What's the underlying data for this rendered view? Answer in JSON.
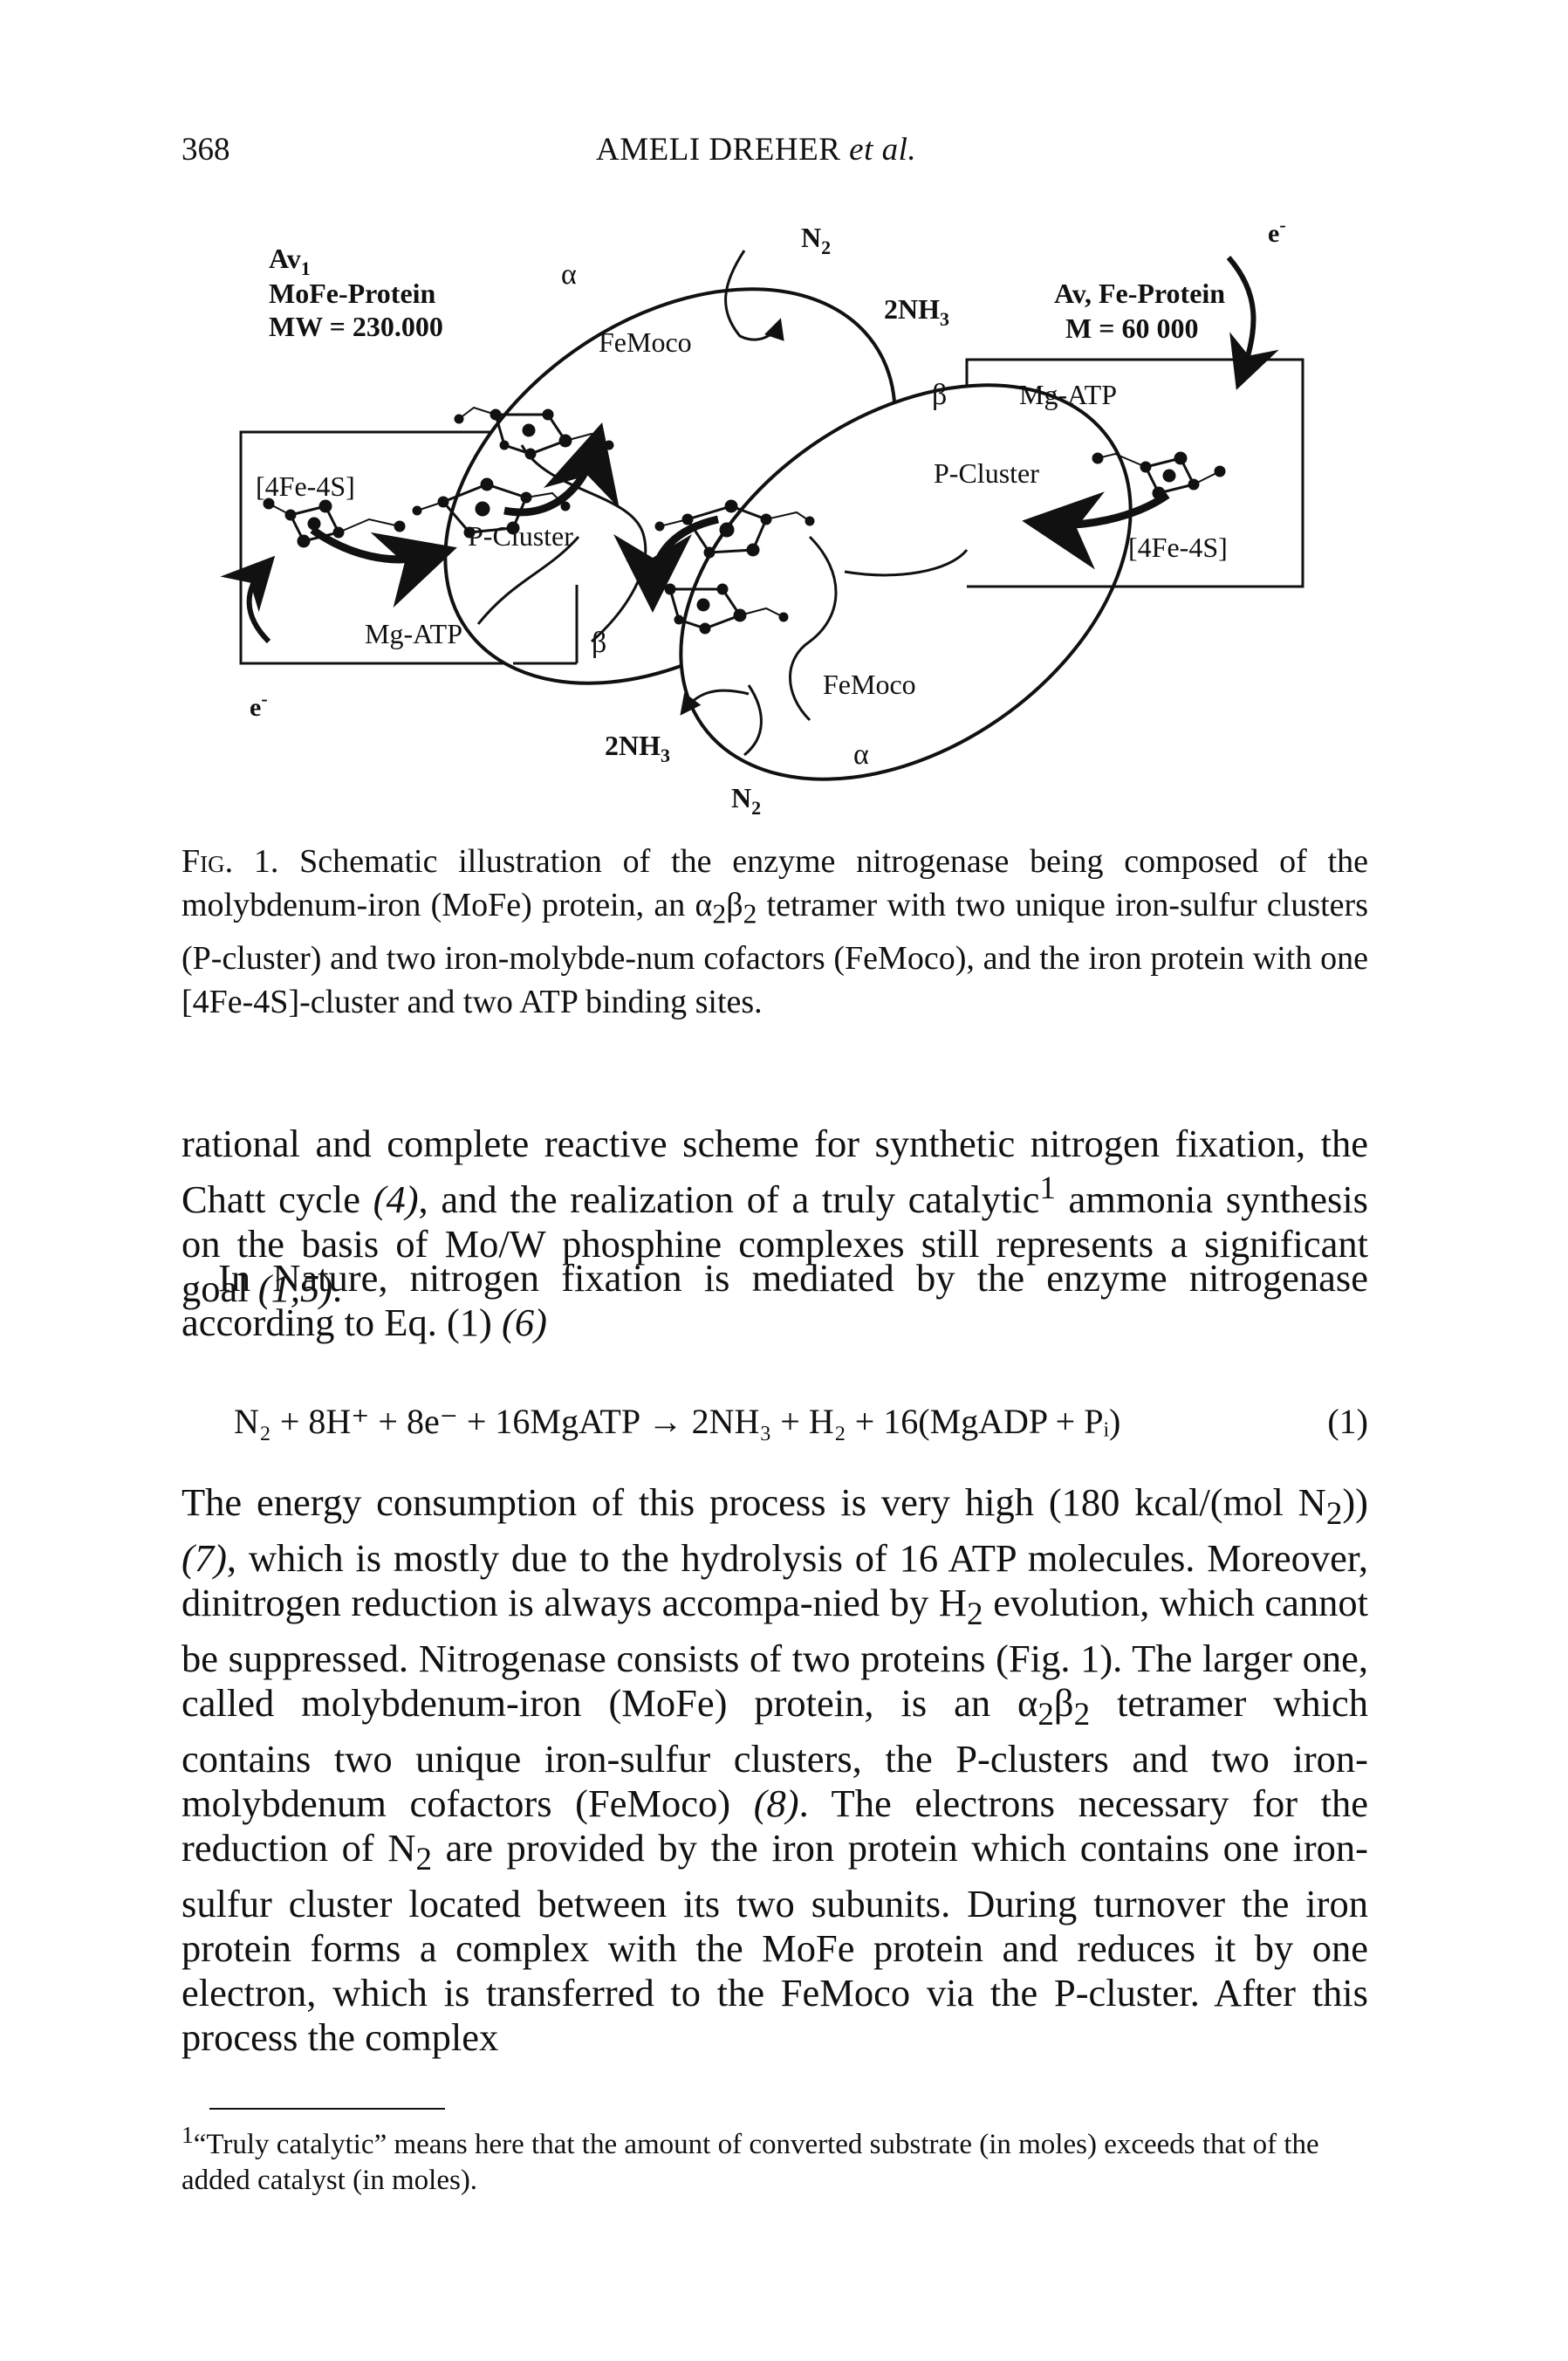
{
  "header": {
    "page_number": "368",
    "running_head": "AMELI DREHER",
    "running_head_etal": "et al."
  },
  "figure": {
    "moFe_label_1": "Av",
    "moFe_label_1_sub": "1",
    "moFe_label_2": "MoFe-Protein",
    "moFe_label_3": "MW = 230.000",
    "fe_label_1": "Av, Fe-Protein",
    "fe_label_2": "M = 60 000",
    "alpha": "α",
    "beta": "β",
    "femoco": "FeMoco",
    "p_cluster": "P-Cluster",
    "mg_atp": "Mg-ATP",
    "fe4s4": "[4Fe-4S]",
    "n2": "N",
    "n2_sub": "2",
    "nh3": "2NH",
    "nh3_sub": "3",
    "electron": "e",
    "electron_sup": "-"
  },
  "caption": {
    "label": "Fig. 1.",
    "text_a": " Schematic illustration of the enzyme nitrogenase being composed of the molybdenum-iron (MoFe) protein, an α",
    "sub_a": "2",
    "text_b": "β",
    "sub_b": "2",
    "text_c": " tetramer with two unique iron-sulfur clusters (P-cluster) and two iron-molybde-num cofactors (FeMoco), and the iron protein with one [4Fe-4S]-cluster and two ATP binding sites."
  },
  "body": {
    "p1_a": "rational and complete reactive scheme for synthetic nitrogen fixation, the Chatt cycle ",
    "p1_ref1": "(4)",
    "p1_b": ", and the realization of a truly catalytic",
    "p1_fn": "1",
    "p1_c": " ammonia synthesis on the basis of Mo/W phosphine complexes still represents a significant goal ",
    "p1_ref2": "(1,5)",
    "p1_d": ".",
    "p2_a": "In Nature, nitrogen fixation is mediated by the enzyme nitrogenase according to Eq. (1) ",
    "p2_ref": "(6)",
    "eq_text": "N₂ + 8H⁺ + 8e⁻ + 16MgATP → 2NH₃ + H₂ + 16(MgADP + Pᵢ)",
    "eq_number": "(1)",
    "p3_a": "The energy consumption of this process is very high (180 kcal/(mol N",
    "p3_sub1": "2",
    "p3_b": ")) ",
    "p3_ref1": "(7)",
    "p3_c": ", which is mostly due to the hydrolysis of 16 ATP molecules. Moreover, dinitrogen reduction is always accompa-nied by H",
    "p3_sub2": "2",
    "p3_d": " evolution, which cannot be suppressed. Nitrogenase consists of two proteins (Fig. 1). The larger one, called molybdenum-iron (MoFe) protein, is an α",
    "p3_sub3": "2",
    "p3_e": "β",
    "p3_sub4": "2",
    "p3_f": " tetramer which contains two unique iron-sulfur clusters, the P-clusters and two iron-molybdenum cofactors (FeMoco) ",
    "p3_ref2": "(8)",
    "p3_g": ". The electrons necessary for the reduction of N",
    "p3_sub5": "2",
    "p3_h": " are provided by the iron protein which contains one iron-sulfur cluster located between its two subunits. During turnover the iron protein forms a complex with the MoFe protein and reduces it by one electron, which is transferred to the FeMoco via the P-cluster. After this process the complex"
  },
  "footnote": {
    "mark": "1",
    "text": "“Truly catalytic” means here that the amount of converted substrate (in moles) exceeds that of the added catalyst (in moles)."
  }
}
